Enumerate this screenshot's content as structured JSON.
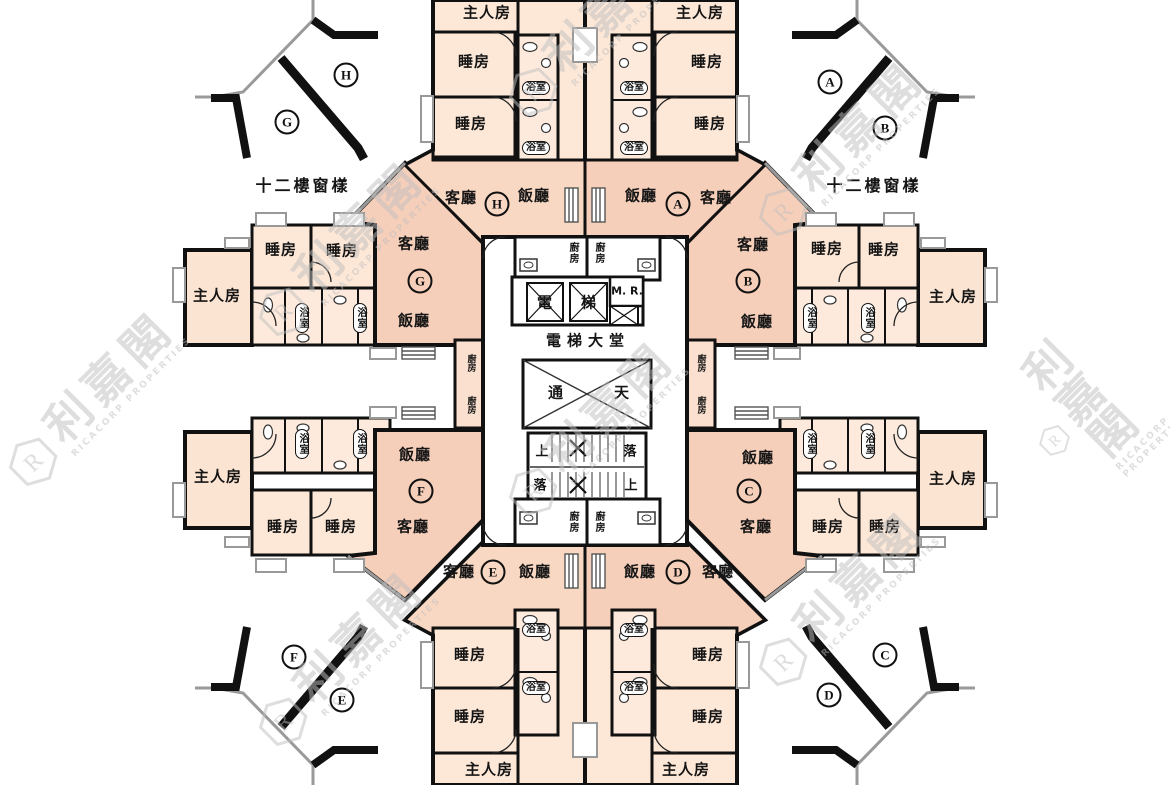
{
  "captions": {
    "window_pattern": "十二樓窗樣"
  },
  "rooms": {
    "master_bedroom": "主人房",
    "bedroom": "睡房",
    "bathroom": "浴室",
    "living_room": "客廳",
    "dining_room": "飯廳",
    "kitchen": "廚房"
  },
  "core": {
    "lift_left": "電",
    "lift_right": "梯",
    "machine_room": "M. R.",
    "lift_lobby": "電梯大堂",
    "sky_left": "通",
    "sky_right": "天",
    "stair_up": "上",
    "stair_down": "落"
  },
  "units": {
    "A": "A",
    "B": "B",
    "C": "C",
    "D": "D",
    "E": "E",
    "F": "F",
    "G": "G",
    "H": "H"
  },
  "watermark": {
    "name_cjk": "利嘉閣",
    "name_en": "RICACORP PROPERTIES",
    "logo_letter": "R"
  },
  "colors": {
    "wall": "#111111",
    "room_light": "#fde8d8",
    "room_mid": "#f9d8c3",
    "room_dark": "#f6cfba",
    "window_gray": "#999999",
    "watermark_gray": "#bfbfbf"
  }
}
